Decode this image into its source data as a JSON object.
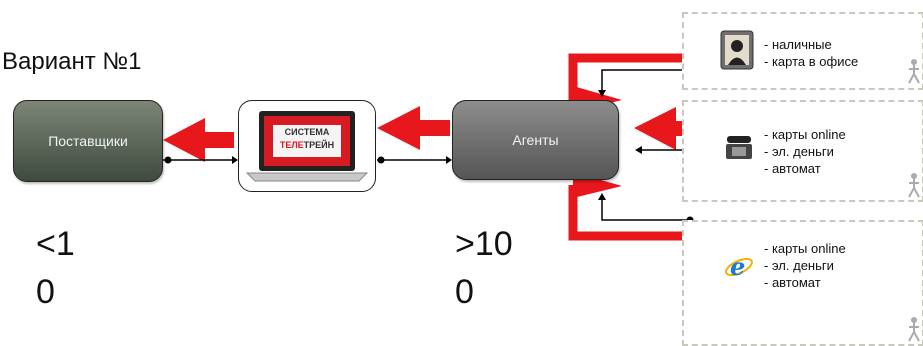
{
  "title": "Вариант №1",
  "nodes": {
    "suppliers": "Поставщики",
    "agents": "Агенты",
    "system_line1": "СИСТЕМА",
    "system_line2_red": "ТЕЛЕ",
    "system_line2_dark": "ТРЕЙН"
  },
  "metrics": {
    "left_line1": "<1",
    "left_line2": "0",
    "right_line1": ">10",
    "right_line2": "0"
  },
  "channels": [
    {
      "icon": "cashier-icon",
      "items": [
        "наличные",
        "карта в офисе"
      ]
    },
    {
      "icon": "phone-icon",
      "items": [
        "карты online",
        "эл. деньги",
        "автомат"
      ]
    },
    {
      "icon": "internet-explorer-icon",
      "items": [
        "карты online",
        "эл. деньги",
        "автомат"
      ]
    }
  ],
  "colors": {
    "accent_red": "#e8171b",
    "suppliers": "#4a5548",
    "agents": "#6b6b6b"
  }
}
